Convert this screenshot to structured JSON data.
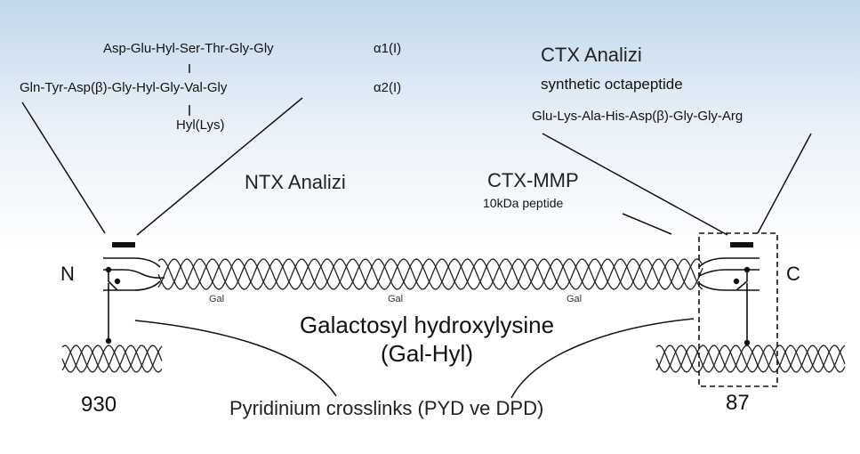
{
  "sequences": {
    "alpha1": "Asp-Glu-Hyl-Ser-Thr-Gly-Gly",
    "alpha1_chain": "α1(I)",
    "alpha2": "Gln-Tyr-Asp(β)-Gly-Hyl-Gly-Val-Gly",
    "alpha2_chain": "α2(I)",
    "hyl_lys": "Hyl(Lys)",
    "ctx_octapeptide": "Glu-Lys-Ala-His-Asp(β)-Gly-Gly-Arg"
  },
  "labels": {
    "ctx_analizi": "CTX Analizi",
    "synthetic_octapeptide": "synthetic octapeptide",
    "ntx_analizi": "NTX Analizi",
    "ctx_mmp": "CTX-MMP",
    "peptide_10kda": "10kDa peptide",
    "n_terminal": "N",
    "c_terminal": "C",
    "gal": "Gal",
    "gal_hyl_line1": "Galactosyl hydroxylysine",
    "gal_hyl_line2": "(Gal-Hyl)",
    "pyridinium": "Pyridinium crosslinks (PYD ve DPD)",
    "left_residue": "930",
    "right_residue": "87"
  }
}
